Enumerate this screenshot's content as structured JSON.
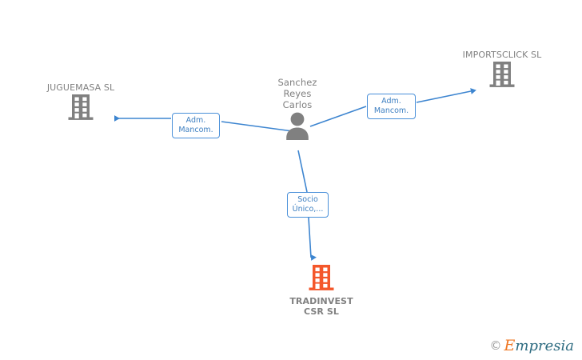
{
  "graph": {
    "type": "corporate-relationship-network",
    "background_color": "#ffffff",
    "edge_color": "#4a90d9",
    "company_icon_color": "#808080",
    "focus_icon_color": "#f4572b",
    "person_icon_color": "#808080",
    "nodes": [
      {
        "id": "person-center",
        "kind": "person",
        "label": "Sanchez\nReyes\nCarlos",
        "icon": "person-icon",
        "color": "#808080"
      },
      {
        "id": "company-juguemasa",
        "kind": "company",
        "label": "JUGUEMASA SL",
        "icon": "building-icon",
        "color": "#808080"
      },
      {
        "id": "company-importsclick",
        "kind": "company",
        "label": "IMPORTSCLICK SL",
        "icon": "building-icon",
        "color": "#808080"
      },
      {
        "id": "company-tradinvest",
        "kind": "company",
        "label": "TRADINVEST\nCSR SL",
        "icon": "building-icon",
        "color": "#f4572b",
        "focus": true
      }
    ],
    "edges": [
      {
        "id": "edge-juguemasa",
        "from": "person-center",
        "to": "company-juguemasa",
        "label": "Adm.\nMancom.",
        "direction": "to-company"
      },
      {
        "id": "edge-importsclick",
        "from": "person-center",
        "to": "company-importsclick",
        "label": "Adm.\nMancom.",
        "direction": "to-company"
      },
      {
        "id": "edge-tradinvest",
        "from": "person-center",
        "to": "company-tradinvest",
        "label": "Socio\nÚnico,...",
        "direction": "to-company"
      }
    ]
  },
  "watermark": {
    "copyright": "©",
    "brand_initial": "E",
    "brand_rest": "mpresia"
  }
}
